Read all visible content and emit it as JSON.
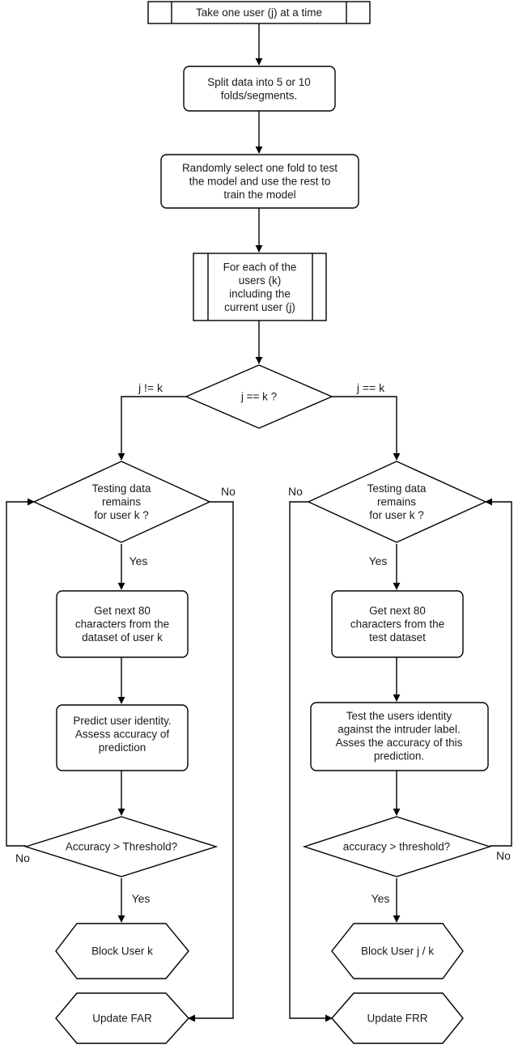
{
  "nodes": {
    "take_user": {
      "lines": [
        "Take one user (j) at a time"
      ]
    },
    "split": {
      "lines": [
        "Split data into 5 or 10",
        "folds/segments."
      ]
    },
    "randomly": {
      "lines": [
        "Randomly select one fold to test",
        "the model and use the rest to",
        "train the model"
      ]
    },
    "for_each": {
      "lines": [
        "For each of the",
        "users (k)",
        "including the",
        "current user (j)"
      ]
    },
    "decision_jk": {
      "lines": [
        "j == k ?"
      ]
    },
    "left_testing": {
      "lines": [
        "Testing data",
        "remains",
        "for user k ?"
      ]
    },
    "right_testing": {
      "lines": [
        "Testing data",
        "remains",
        "for user k ?"
      ]
    },
    "left_get_next": {
      "lines": [
        "Get next 80",
        "characters from the",
        "dataset of user k"
      ]
    },
    "right_get_next": {
      "lines": [
        "Get next 80",
        "characters from the",
        "test dataset"
      ]
    },
    "left_predict": {
      "lines": [
        "Predict user identity.",
        "Assess accuracy of",
        "prediction"
      ]
    },
    "right_test": {
      "lines": [
        "Test the users identity",
        "against the intruder label.",
        "Asses the accuracy of this",
        "prediction."
      ]
    },
    "left_accuracy": {
      "lines": [
        "Accuracy > Threshold?"
      ]
    },
    "right_accuracy": {
      "lines": [
        "accuracy > threshold?"
      ]
    },
    "left_block": {
      "lines": [
        "Block User k"
      ]
    },
    "right_block": {
      "lines": [
        "Block User j / k"
      ]
    },
    "left_update": {
      "lines": [
        "Update FAR"
      ]
    },
    "right_update": {
      "lines": [
        "Update FRR"
      ]
    }
  },
  "edge_labels": {
    "j_neq_k": "j != k",
    "j_eq_k": "j == k",
    "left_no_top": "No",
    "left_yes_1": "Yes",
    "left_no_bottom": "No",
    "left_yes_2": "Yes",
    "right_no_top": "No",
    "right_yes_1": "Yes",
    "right_no_bottom": "No",
    "right_yes_2": "Yes"
  }
}
